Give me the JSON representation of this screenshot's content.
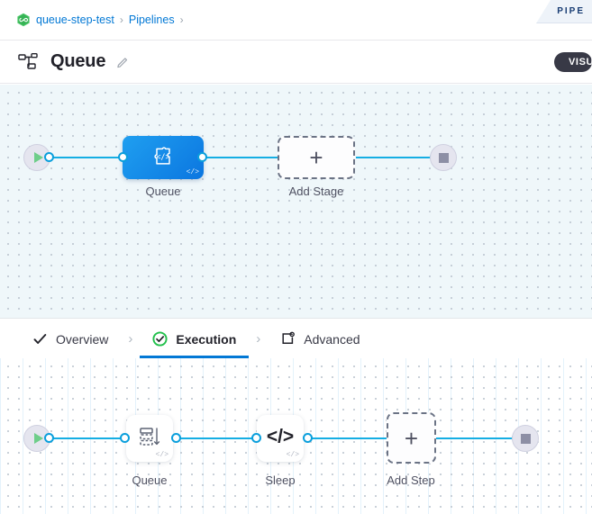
{
  "ribbon": {
    "label": "PIPE"
  },
  "breadcrumb": {
    "logo_icon": "harness-hexagon-icon",
    "items": [
      {
        "label": "queue-step-test"
      },
      {
        "label": "Pipelines"
      }
    ],
    "separator": "›"
  },
  "header": {
    "icon": "pipeline-icon",
    "title": "Queue",
    "edit_icon": "pencil-icon",
    "mode_toggle": {
      "label": "VISU"
    }
  },
  "tabs": [
    {
      "label": "Overview",
      "icon": "check-icon",
      "active": false
    },
    {
      "label": "Execution",
      "icon": "check-circle-green-icon",
      "active": true
    },
    {
      "label": "Advanced",
      "icon": "advanced-gear-box-icon",
      "active": false
    }
  ],
  "tab_separator": "›",
  "stage_graph": {
    "start_node": {
      "icon": "play-icon"
    },
    "end_node": {
      "icon": "stop-icon"
    },
    "nodes": [
      {
        "label": "Queue",
        "icon": "plugin-code-icon",
        "badge": "</>",
        "type": "stage",
        "selected": true
      },
      {
        "label": "Add Stage",
        "icon": "plus-icon",
        "type": "add"
      }
    ]
  },
  "step_graph": {
    "start_node": {
      "icon": "play-icon"
    },
    "end_node": {
      "icon": "stop-icon"
    },
    "nodes": [
      {
        "label": "Queue",
        "icon": "queue-icon",
        "badge": "</>",
        "type": "step"
      },
      {
        "label": "Sleep",
        "icon": "code-icon",
        "badge": "</>",
        "type": "step"
      },
      {
        "label": "Add Step",
        "icon": "plus-icon",
        "type": "add"
      }
    ]
  },
  "colors": {
    "accent_blue": "#0278d5",
    "edge_blue": "#15aee3",
    "stage_blue": "#0b76e0",
    "success_green": "#21b24b",
    "dark_pill": "#383946",
    "stage_canvas_bg": "#eff7fa"
  }
}
